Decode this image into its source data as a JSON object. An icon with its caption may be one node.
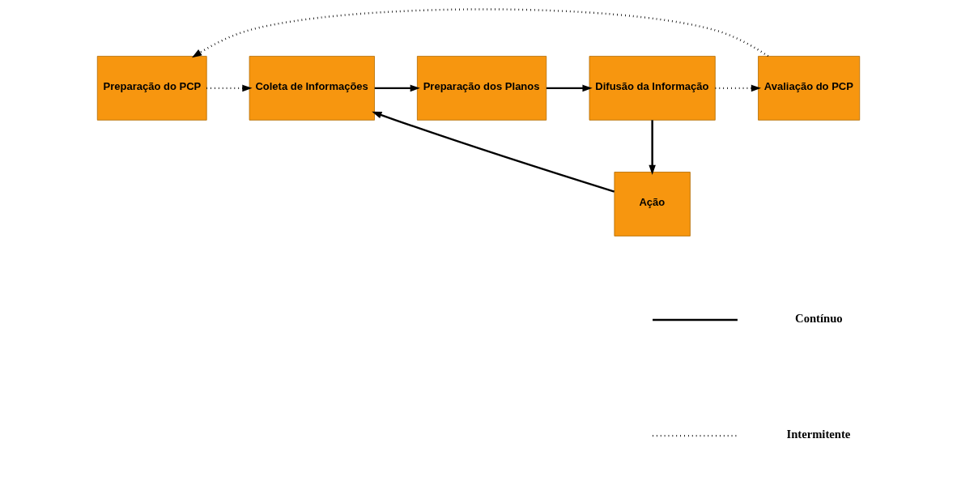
{
  "diagram": {
    "nodes": [
      {
        "text": [
          "Preparação do PCP"
        ]
      },
      {
        "text": [
          "Coleta de Informações"
        ]
      },
      {
        "text": [
          "Preparação dos Planos"
        ]
      },
      {
        "text": [
          "Difusão da Informação"
        ]
      },
      {
        "text": [
          "Avaliação do PCP"
        ]
      },
      {
        "text": [
          "Ação"
        ]
      }
    ],
    "edges": [
      {
        "from": 0,
        "to": 1,
        "arrow": "to",
        "style": "dashed"
      },
      {
        "from": 1,
        "to": 2,
        "arrow": "to"
      },
      {
        "from": 2,
        "to": 3,
        "arrow": "to"
      },
      {
        "from": 3,
        "to": 4,
        "arrow": "to",
        "style": "dashed"
      },
      {
        "from": 4,
        "to": 0,
        "arrow": "to",
        "style": "dashed"
      },
      {
        "from": 3,
        "to": 5,
        "arrow": "to"
      },
      {
        "from": 5,
        "to": 1,
        "arrow": "to"
      }
    ],
    "legend": [
      {
        "text": "Contínuo"
      },
      {
        "text": "Intermitente"
      }
    ]
  }
}
